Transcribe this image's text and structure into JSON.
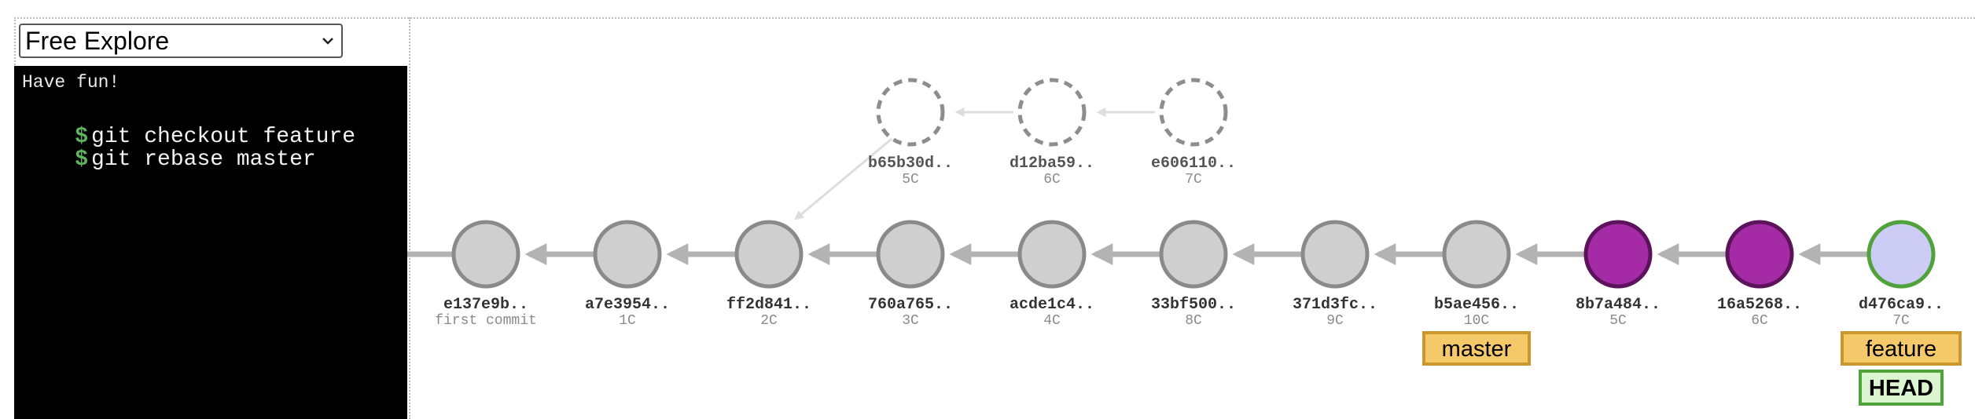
{
  "mode_selector": {
    "selected": "Free Explore"
  },
  "terminal": {
    "greeting": "Have fun!",
    "prompt_symbol": "$",
    "commands": [
      "git checkout feature",
      "git rebase master"
    ]
  },
  "graph": {
    "ghost_commits": [
      {
        "hash": "b65b30d..",
        "label": "5C"
      },
      {
        "hash": "d12ba59..",
        "label": "6C"
      },
      {
        "hash": "e606110..",
        "label": "7C"
      }
    ],
    "commits": [
      {
        "hash": "e137e9b..",
        "label": "first commit",
        "kind": "normal"
      },
      {
        "hash": "a7e3954..",
        "label": "1C",
        "kind": "normal"
      },
      {
        "hash": "ff2d841..",
        "label": "2C",
        "kind": "normal"
      },
      {
        "hash": "760a765..",
        "label": "3C",
        "kind": "normal"
      },
      {
        "hash": "acde1c4..",
        "label": "4C",
        "kind": "normal"
      },
      {
        "hash": "33bf500..",
        "label": "8C",
        "kind": "normal"
      },
      {
        "hash": "371d3fc..",
        "label": "9C",
        "kind": "normal"
      },
      {
        "hash": "b5ae456..",
        "label": "10C",
        "kind": "normal"
      },
      {
        "hash": "8b7a484..",
        "label": "5C",
        "kind": "rebased"
      },
      {
        "hash": "16a5268..",
        "label": "6C",
        "kind": "rebased"
      },
      {
        "hash": "d476ca9..",
        "label": "7C",
        "kind": "head"
      }
    ],
    "branches": [
      {
        "name": "master",
        "commit_index": 7
      },
      {
        "name": "feature",
        "commit_index": 10
      }
    ],
    "head_label": "HEAD",
    "colors": {
      "commit_fill": "#cfcfcf",
      "commit_stroke": "#8a8a8a",
      "rebased_fill": "#a52aa5",
      "rebased_stroke": "#5c135c",
      "head_fill": "#ccccf5",
      "head_stroke": "#4fa33a",
      "branch_fill": "#f5c96a",
      "branch_stroke": "#c9972c",
      "head_tag_fill": "#daf5d0",
      "head_tag_stroke": "#4fa33a",
      "edge": "#b3b3b3",
      "ghost_edge": "#dddddd"
    }
  }
}
